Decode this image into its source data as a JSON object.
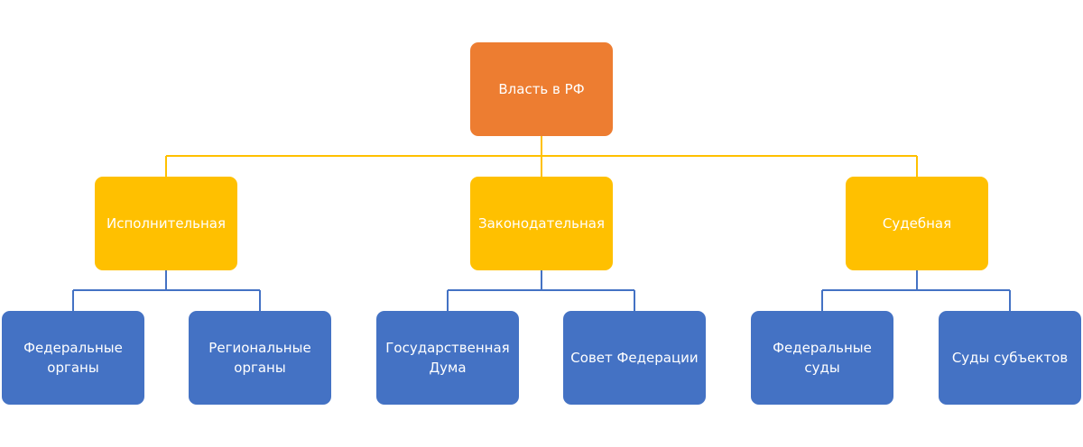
{
  "colors": {
    "root": "#ED7D31",
    "branch": "#FFC000",
    "leaf": "#4472C4"
  },
  "root": {
    "label": "Власть в РФ"
  },
  "branches": [
    {
      "label": "Исполнительная",
      "children": [
        "Федеральные органы",
        "Региональные органы"
      ]
    },
    {
      "label": "Законодательная",
      "children": [
        "Государственная Дума",
        "Совет Федерации"
      ]
    },
    {
      "label": "Судебная",
      "children": [
        "Федеральные суды",
        "Суды субъектов"
      ]
    }
  ]
}
